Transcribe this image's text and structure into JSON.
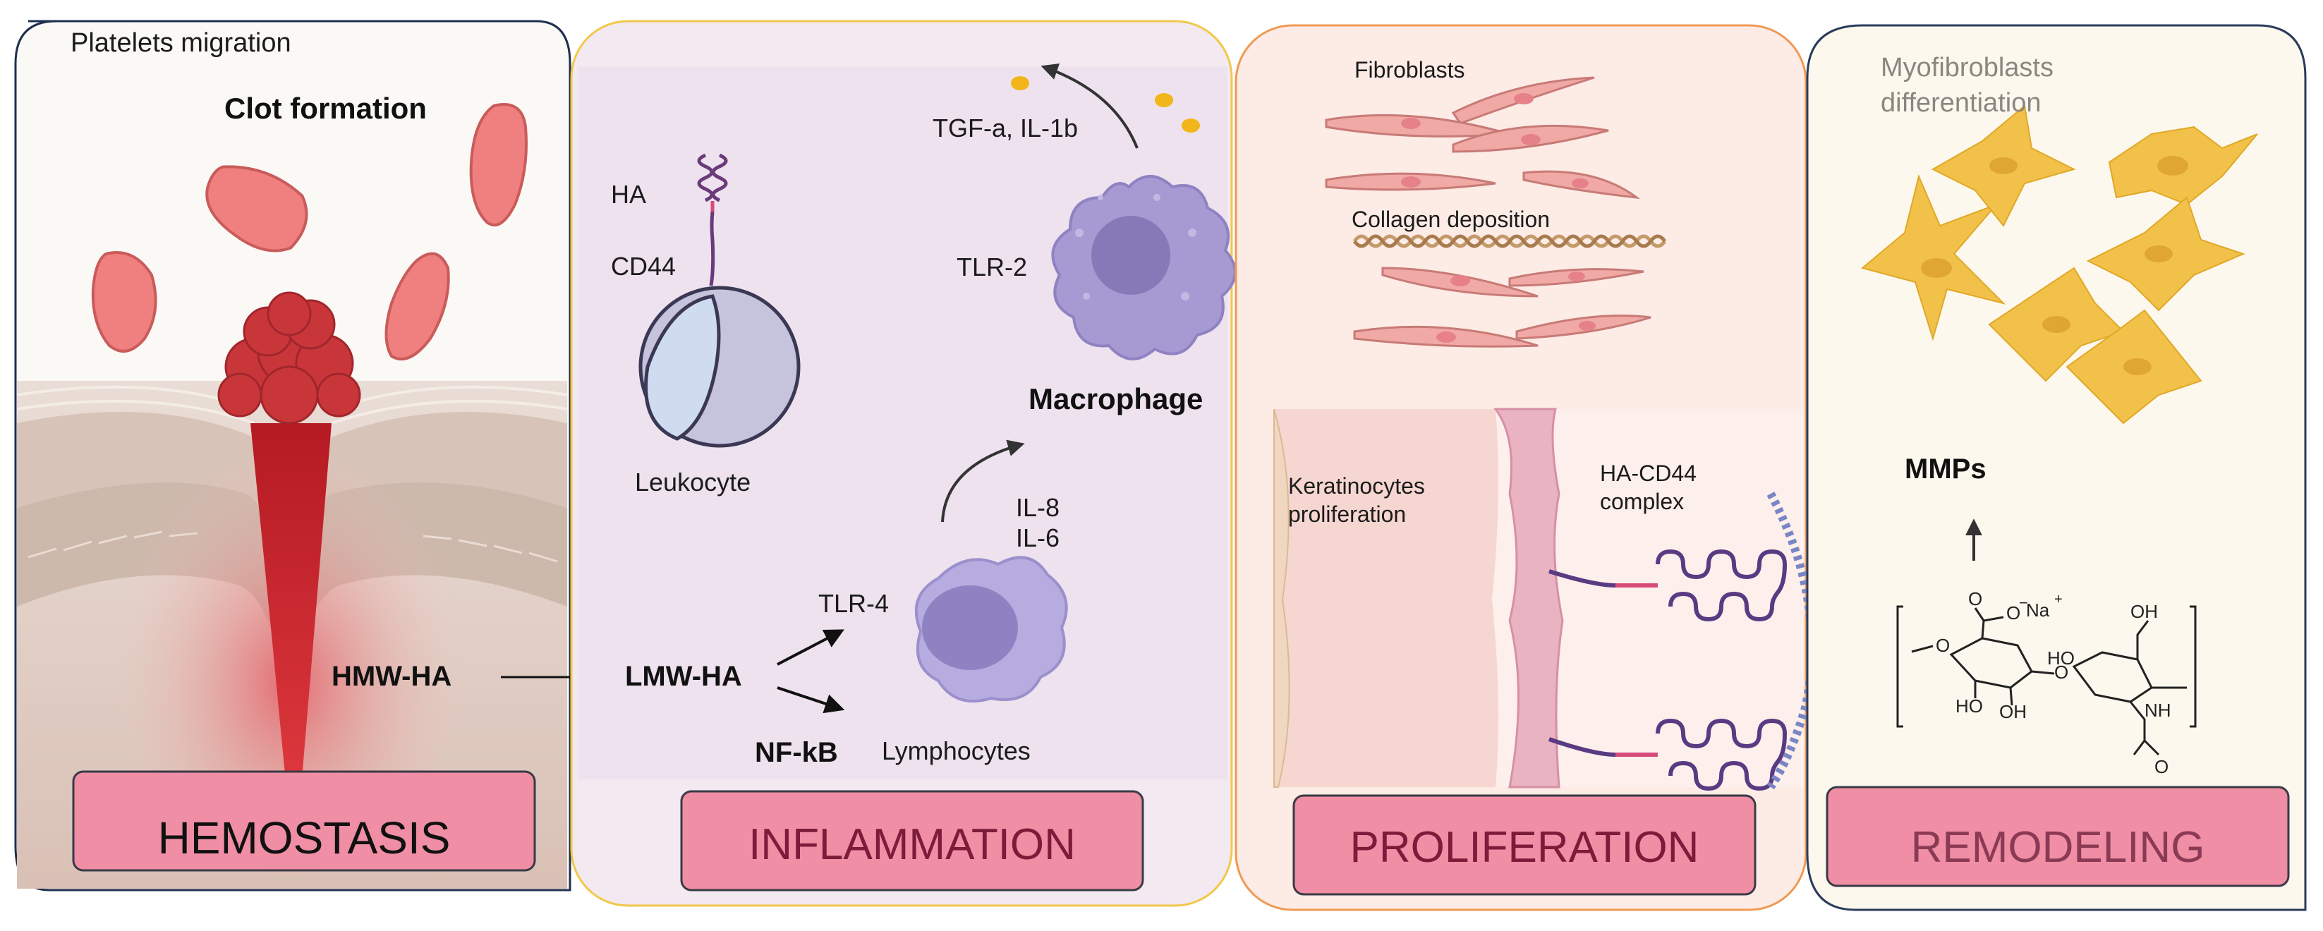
{
  "colors": {
    "stage_box_fill": "#ef8ea4",
    "stage_box_border": "#3a3a46",
    "stage_title": "#7a1c3a",
    "inflammation_border": "#f2c84a",
    "proliferation_border": "#ef9a55",
    "remodeling_border": "#2b3b5c",
    "hemostasis_border": "#1f2f4f"
  },
  "hemostasis": {
    "title": "HEMOSTASIS",
    "platelets_migration": "Platelets migration",
    "clot_formation": "Clot formation",
    "hmw_ha": "HMW-HA"
  },
  "inflammation": {
    "title": "INFLAMMATION",
    "tgf": "TGF-a, IL-1b",
    "ha": "HA",
    "cd44": "CD44",
    "tlr2": "TLR-2",
    "macrophage": "Macrophage",
    "leukocyte": "Leukocyte",
    "il8": "IL-8",
    "il6": "IL-6",
    "lmw_ha": "LMW-HA",
    "tlr4": "TLR-4",
    "nfkb": "NF-kB",
    "lymphocytes": "Lymphocytes"
  },
  "proliferation": {
    "title": "PROLIFERATION",
    "fibroblasts": "Fibroblasts",
    "collagen": "Collagen deposition",
    "keratinocytes_1": "Keratinocytes",
    "keratinocytes_2": "proliferation",
    "ha_cd44_1": "HA-CD44",
    "ha_cd44_2": "complex"
  },
  "remodeling": {
    "title": "REMODELING",
    "myofibroblasts_1": "Myofibroblasts",
    "myofibroblasts_2": "differentiation",
    "mmps": "MMPs",
    "chem": {
      "o": "O",
      "o_minus": "−",
      "na": "Na",
      "na_plus": "+",
      "oh": "OH",
      "ho": "HO",
      "nh": "NH"
    }
  }
}
